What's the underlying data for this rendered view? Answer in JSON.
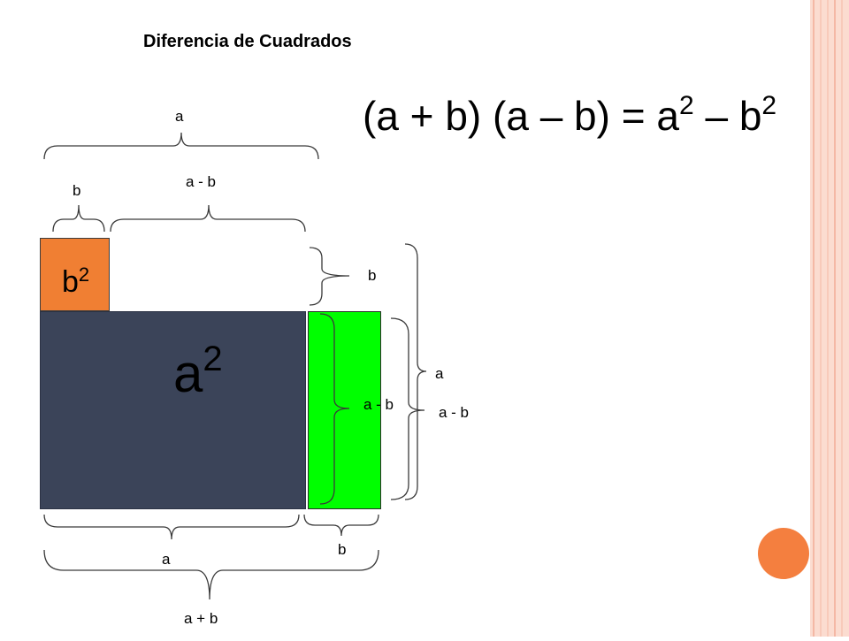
{
  "title": "Diferencia de Cuadrados",
  "formula": {
    "left": "(a + b) (a – b) = ",
    "a": "a",
    "exp_a": "2",
    "minus": " – ",
    "b": "b",
    "exp_b": "2"
  },
  "squares": {
    "b2": {
      "base": "b",
      "exp": "2",
      "color": "#f07f33"
    },
    "a2": {
      "base": "a",
      "exp": "2",
      "color": "#3b4459"
    },
    "green_color": "#00ff00"
  },
  "labels": {
    "top_a": "a",
    "top_b": "b",
    "top_a_minus_b": "a - b",
    "right_b": "b",
    "right_a": "a",
    "right_a_minus_b_inner": "a - b",
    "right_a_minus_b_outer": "a - b",
    "bottom_a": "a",
    "bottom_b": "b",
    "bottom_a_plus_b": "a + b"
  },
  "decoration": {
    "stripe_color": "#fbdcd0",
    "circle_color": "#f47f3f"
  }
}
